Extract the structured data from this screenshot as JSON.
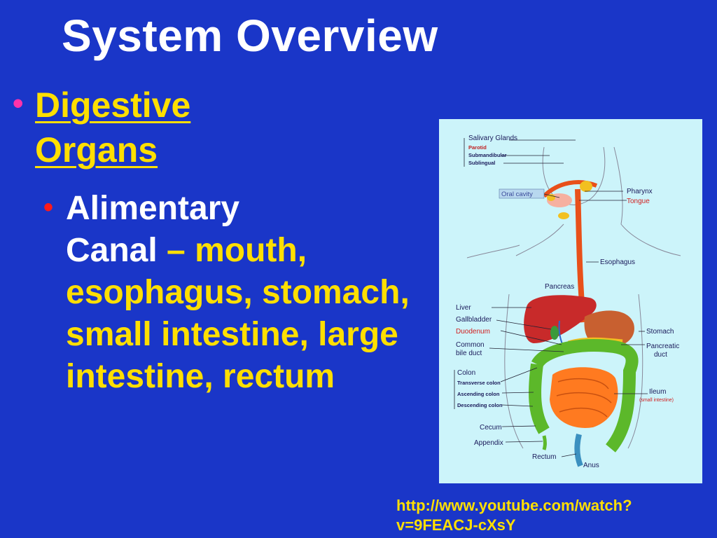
{
  "slide": {
    "title": "System Overview",
    "bullet1_line1": "Digestive",
    "bullet1_line2": "Organs",
    "bullet2_label1": "Alimentary",
    "bullet2_label2": "Canal",
    "bullet2_dash": " – ",
    "bullet2_list": "mouth, esophagus, stomach, small intestine, large intestine, rectum",
    "link_line1": "http://www.youtube.com/watch?",
    "link_line2": "v=9FEACJ-cXsY"
  },
  "diagram_labels": {
    "salivary": "Salivary Glands",
    "parotid": "Parotid",
    "submandibular": "Submandibular",
    "sublingual": "Sublingual",
    "oral_cavity": "Oral cavity",
    "pharynx": "Pharynx",
    "tongue": "Tongue",
    "esophagus": "Esophagus",
    "pancreas": "Pancreas",
    "liver": "Liver",
    "gallbladder": "Gallbladder",
    "duodenum": "Duodenum",
    "common_bile_1": "Common",
    "common_bile_2": "bile duct",
    "stomach": "Stomach",
    "pancreatic_1": "Pancreatic",
    "pancreatic_2": "duct",
    "colon": "Colon",
    "transverse": "Transverse colon",
    "ascending": "Ascending colon",
    "descending": "Descending colon",
    "ileum": "Ileum",
    "ileum_sub": "(small intestine)",
    "cecum": "Cecum",
    "appendix": "Appendix",
    "rectum": "Rectum",
    "anus": "Anus"
  },
  "colors": {
    "background": "#1a36c8",
    "highlight": "#ffdf00",
    "bullet1_dot": "#ff33aa",
    "bullet2_dot": "#ff1a1a"
  }
}
